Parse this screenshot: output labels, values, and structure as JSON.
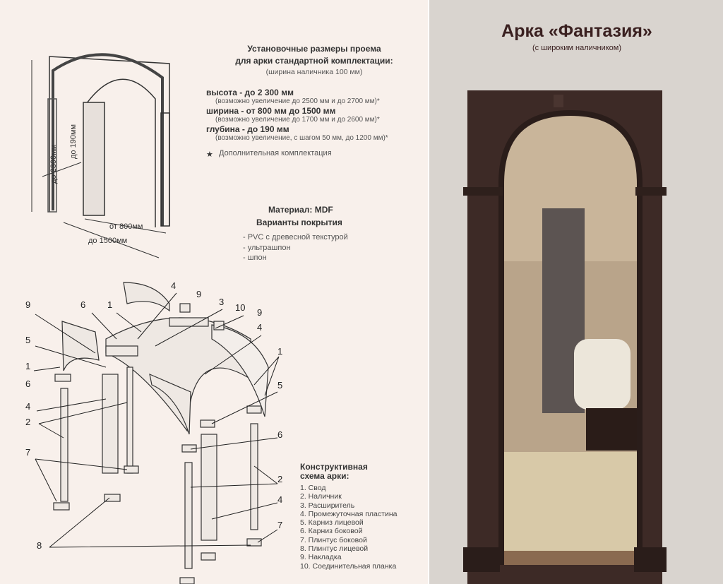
{
  "specs": {
    "title1": "Установочные размеры проема",
    "title2": "для арки стандартной комплектации:",
    "subtitle": "(ширина наличника 100 мм)",
    "rows": [
      {
        "label": "высота - до 2 300 мм",
        "note": "(возможно увеличение до 2500 мм и до 2700 мм)*"
      },
      {
        "label": "ширина - от 800 мм до 1500 мм",
        "note": "(возможно увеличение до 1700 мм и до 2600 мм)*"
      },
      {
        "label": "глубина - до 190 мм",
        "note": "(возможно увеличение, с шагом 50 мм, до 1200 мм)*"
      }
    ],
    "footnote_mark": "★",
    "footnote": "Дополнительная комплектация"
  },
  "material": {
    "label": "Материал:  MDF",
    "coating_title": "Варианты покрытия",
    "coatings": [
      "- PVC с древесной текстурой",
      "- ультрашпон",
      "- шпон"
    ]
  },
  "dimensions": {
    "height": "до 2300мм",
    "depth": "до 190мм",
    "width_min": "от 800мм",
    "width_max": "до 1500мм"
  },
  "scheme": {
    "title1": "Конструктивная",
    "title2": "схема арки:",
    "items": [
      "1.  Свод",
      "2.  Наличник",
      "3.  Расширитель",
      "4.  Промежуточная пластина",
      "5.  Карниз лицевой",
      "6.  Карниз боковой",
      "7.  Плинтус боковой",
      "8.  Плинтус лицевой",
      "9.  Накладка",
      "10. Соединительная планка"
    ]
  },
  "callouts": [
    "9",
    "6",
    "1",
    "4",
    "9",
    "3",
    "10",
    "9",
    "4",
    "5",
    "1",
    "6",
    "4",
    "2",
    "1",
    "5",
    "6",
    "7",
    "2",
    "4",
    "7",
    "8"
  ],
  "product": {
    "title": "Арка «Фантазия»",
    "subtitle": "(с широким наличником)"
  }
}
